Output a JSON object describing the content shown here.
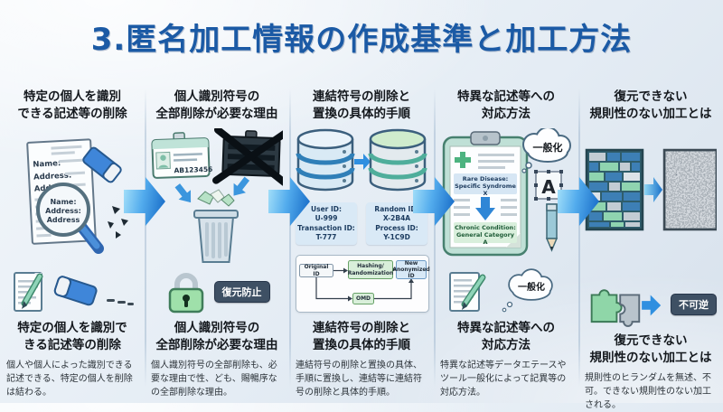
{
  "title": "3.匿名加工情報の作成基準と加工方法",
  "columns": [
    {
      "header": "特定の個人を識別\nできる記述等の削除",
      "subtitle": "特定の個人を識別で\nきる記述等の削除",
      "description": "個人や個人によった識別できる記述できる、特定の個人を削除は結わる。",
      "doc_labels": [
        "Name:",
        "Address:",
        "Address:"
      ],
      "mag_lines": [
        "Name:",
        "Address:",
        "Address"
      ]
    },
    {
      "header": "個人識別符号の\n全部削除が必要な理由",
      "subtitle": "個人識別符号の\n全部削除が必要な理由",
      "description": "個人識別符号の全部削除も、必要な理由で性、ども、賜暢序なの全部削除な理由。",
      "id_number": "AB123456",
      "badge": "復元防止"
    },
    {
      "header": "連結符号の削除と\n置換の具体的手順",
      "subtitle": "連結符号の削除と\n置換の具体的手順",
      "description": "連結符号の削除と置換の具体、手順に置換し、連結等に連結符号の削除と具体的手順。",
      "db_left_label": "User ID:\nU-999\nTransaction ID:\nT-777",
      "db_right_label": "Random ID:\nX-2B4A\nProcess ID:\nY-1C9D",
      "flow": {
        "box1": "Original ID",
        "box2": "Hashing/\nRandomization",
        "box3": "New\nAnonymized ID",
        "box4": "OMD"
      }
    },
    {
      "header": "特異な記述等への\n対応方法",
      "subtitle": "特異な記述等への\n対応方法",
      "description": "特異な記述等データエテースやツール一般化によって記異等の対応方法。",
      "clipboard_top": "Rare Disease:\nSpecific Syndrome X",
      "clipboard_bottom": "Chronic Condition:\nGeneral Category A",
      "cloud_label": "一般化",
      "letter": "A"
    },
    {
      "header": "復元できない\n規則性のない加工とは",
      "subtitle": "復元できない\n規則性のない加工とは",
      "description": "規則性のヒランダムを無述、不可。できない規則性のない加工される。",
      "badge": "不可逆"
    }
  ]
}
